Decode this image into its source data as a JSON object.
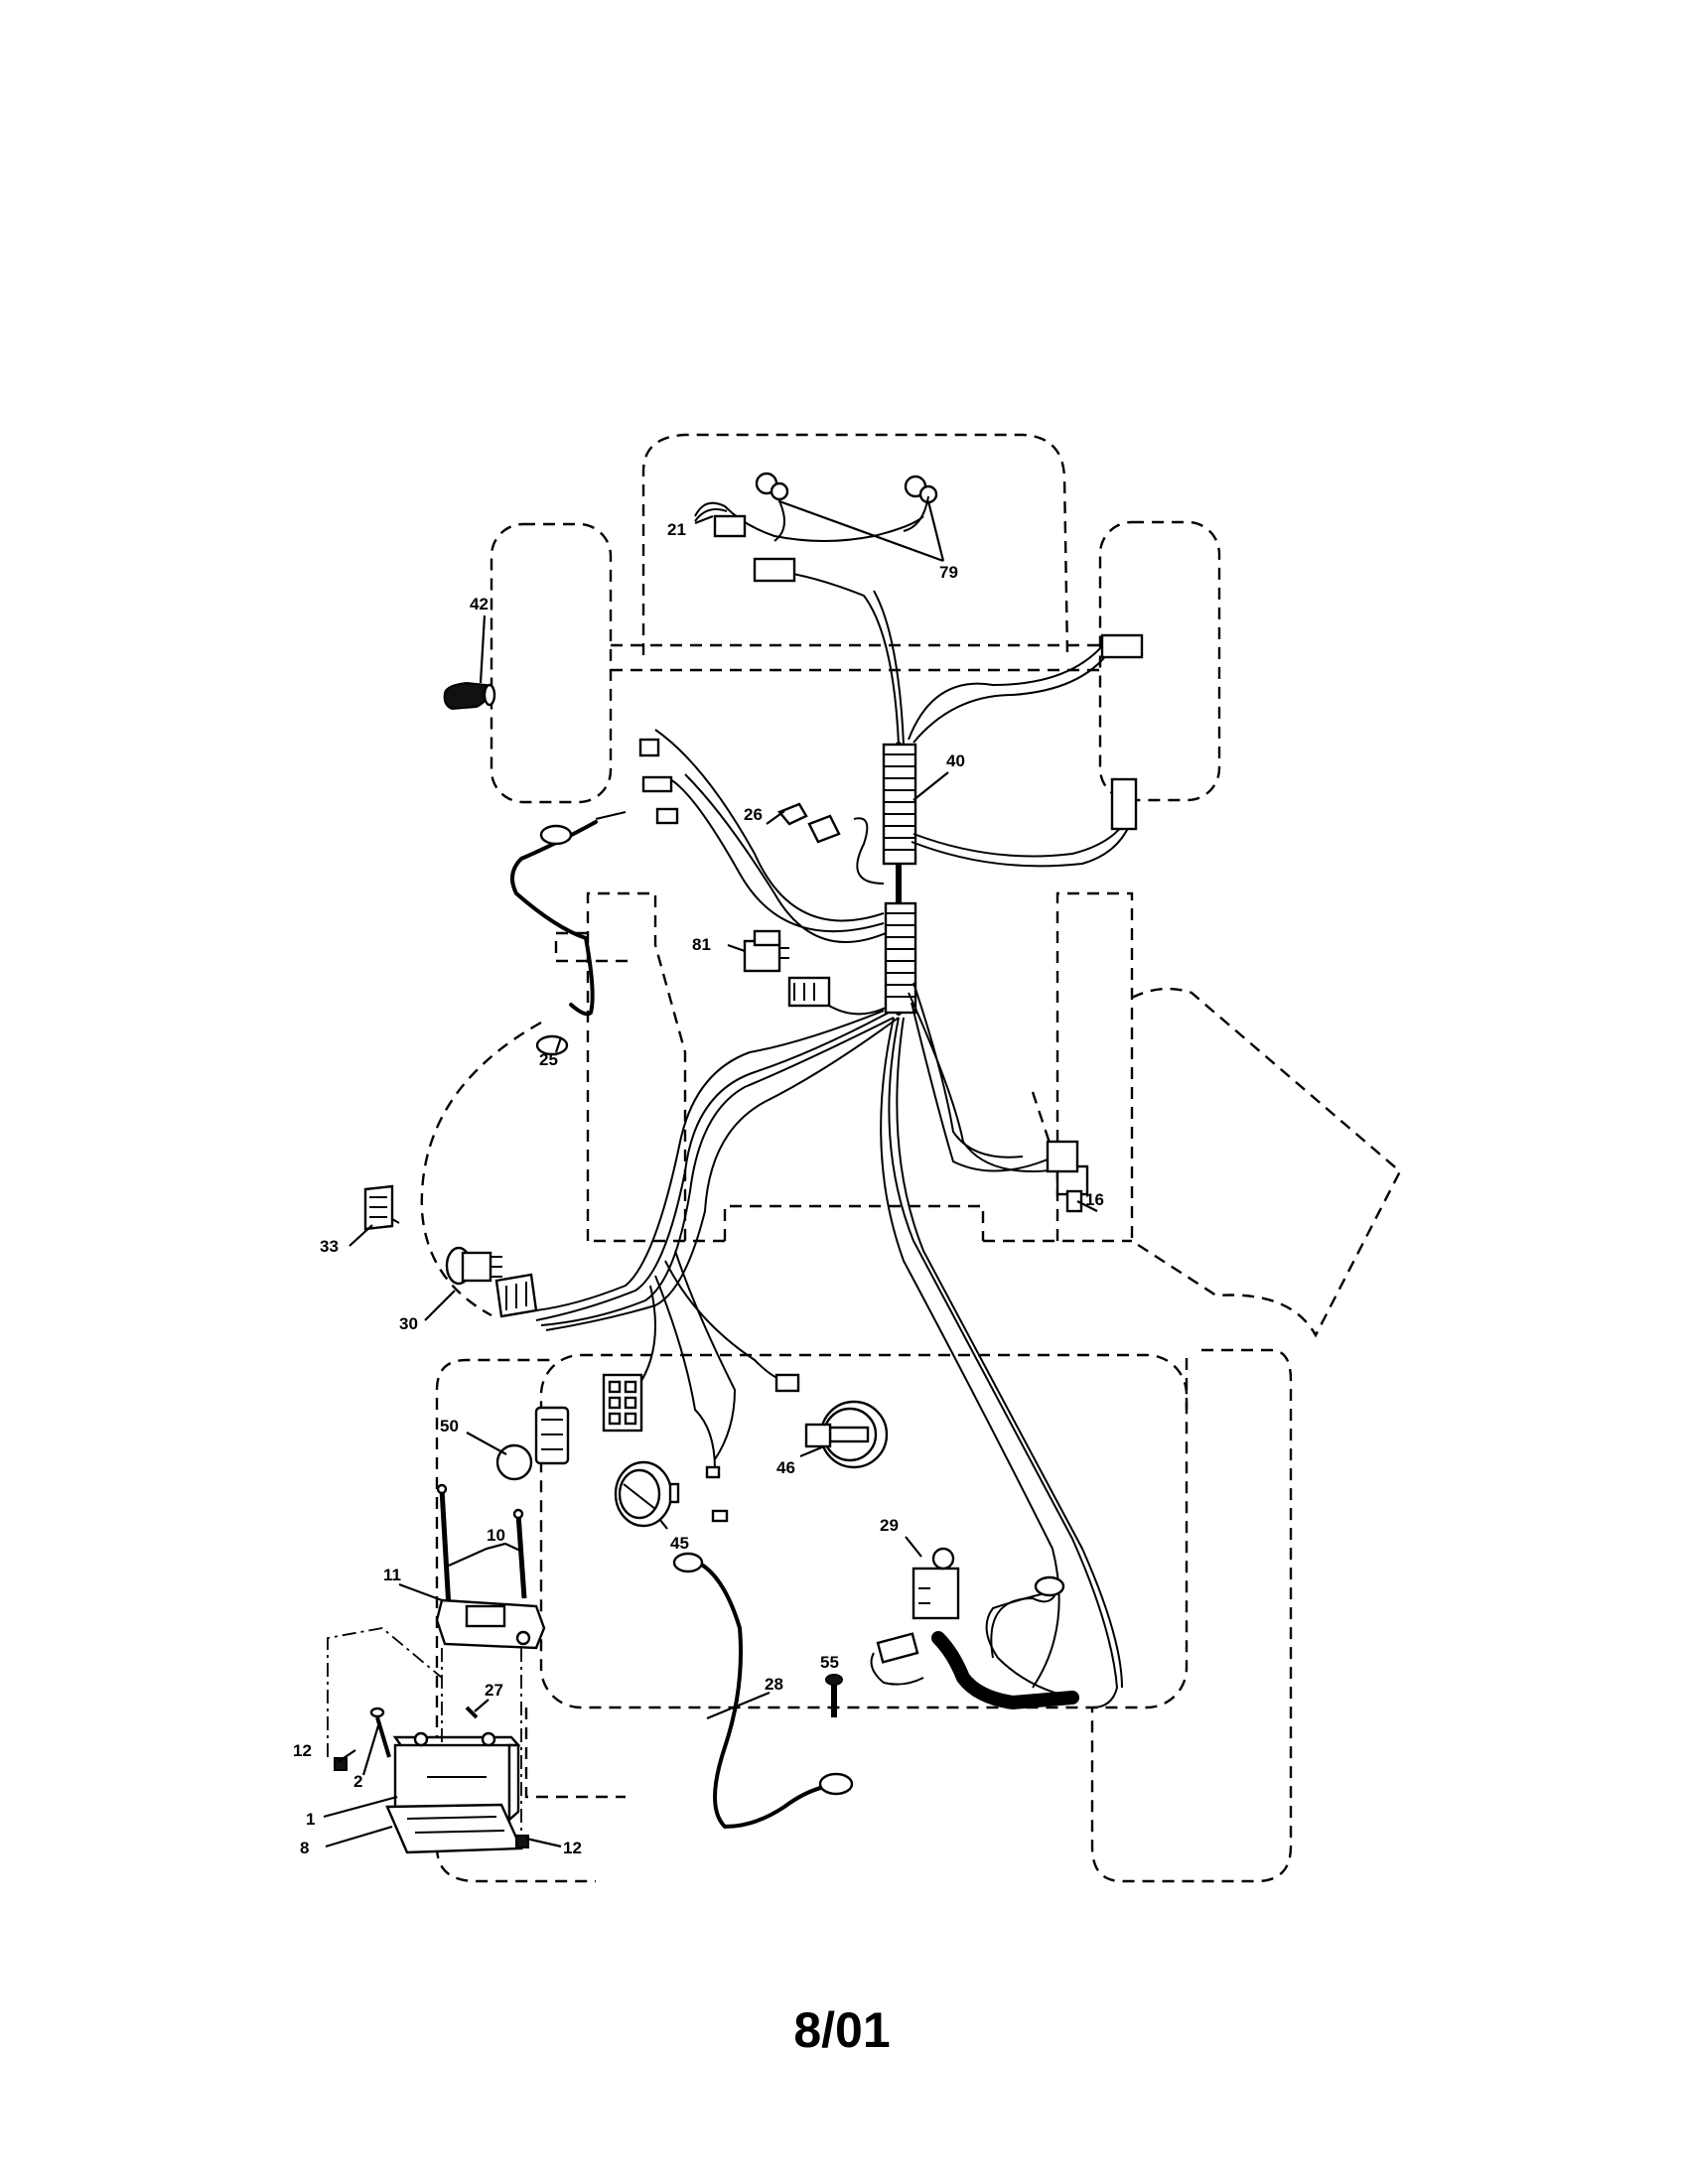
{
  "diagram": {
    "callouts": {
      "c21": "21",
      "c79": "79",
      "c42": "42",
      "c40": "40",
      "c26": "26",
      "c81": "81",
      "c25": "25",
      "c16": "16",
      "c33": "33",
      "c30": "30",
      "c50": "50",
      "c46": "46",
      "c45": "45",
      "c10": "10",
      "c29": "29",
      "c11": "11",
      "c55": "55",
      "c27": "27",
      "c28": "28",
      "c12a": "12",
      "c2": "2",
      "c1": "1",
      "c8": "8",
      "c12b": "12"
    }
  },
  "footer": {
    "date": "8/01"
  }
}
